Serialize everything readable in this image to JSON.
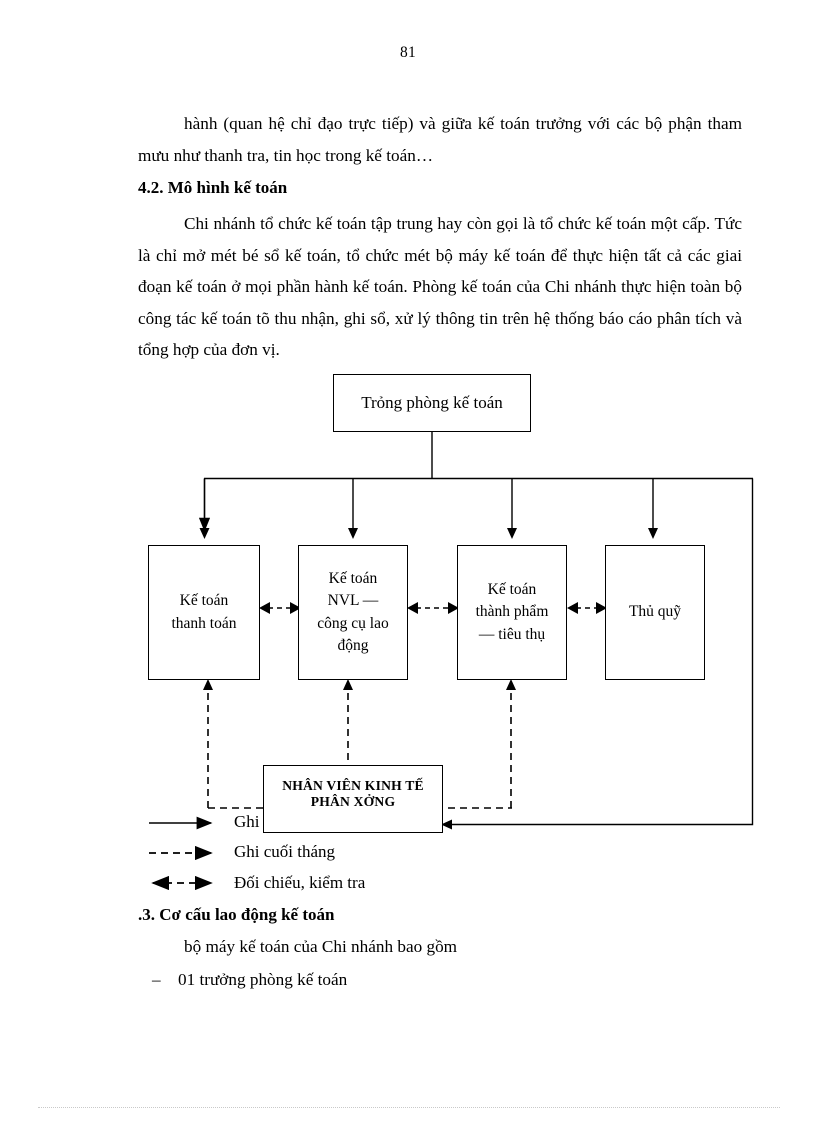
{
  "page": {
    "number": "81",
    "paragraphs": [
      "hành (quan hệ chỉ đạo trực tiếp) và giữa kế toán trưởng với các bộ phận tham mưu như thanh tra, tin học trong kế toán…",
      "Chi nhánh tổ chức kế toán tập trung hay còn gọi là tổ chức kế toán một cấp. Tức là chỉ mở mét bé sổ kế toán, tổ chức mét bộ máy kế toán để thực hiện tất cả các giai đoạn kế toán ở mọi phần hành kế toán. Phòng kế toán của Chi nhánh thực hiện toàn bộ công tác kế toán tõ thu nhận, ghi sổ, xử lý thông tin trên hệ thống báo cáo phân tích và tổng hợp của đơn vị."
    ],
    "headings": {
      "section_4_2": "4.2. Mô hình kế toán",
      "section_3": ".3. Cơ cấu lao động kế toán"
    },
    "after_diagram": {
      "line_1": "bộ máy kế toán của Chi nhánh bao gồm",
      "line_2_bullet": "–",
      "line_2": "01 trưởng phòng kế toán"
    }
  },
  "diagram": {
    "top_node": "Trỏng   phòng kế toán",
    "nodes": [
      {
        "id": "node-ke-toan-thanh-toan",
        "text": "Kế toán\nthanh toán"
      },
      {
        "id": "node-ke-toan-nvl",
        "text": "Kế toán\nNVL —\ncông cụ lao\nđộng"
      },
      {
        "id": "node-ke-toan-thanh-pham",
        "text": "Kế toán\nthành phẩm\n— tiêu thụ"
      },
      {
        "id": "node-thu-quy",
        "text": "Thủ quỹ"
      }
    ],
    "worker_node": "NHÂN VIÊN KINH TẾ\nPHÂN XỞNG",
    "legend": [
      {
        "style": "solid-arrow",
        "label": "Ghi"
      },
      {
        "style": "dashed-arrow",
        "label": "Ghi cuối tháng"
      },
      {
        "style": "dashed-double-arrow",
        "label": "Đối chiếu, kiểm tra"
      }
    ]
  },
  "colors": {
    "ink": "#000000",
    "paper": "#ffffff",
    "footer_rule": "#c9c9c9"
  }
}
